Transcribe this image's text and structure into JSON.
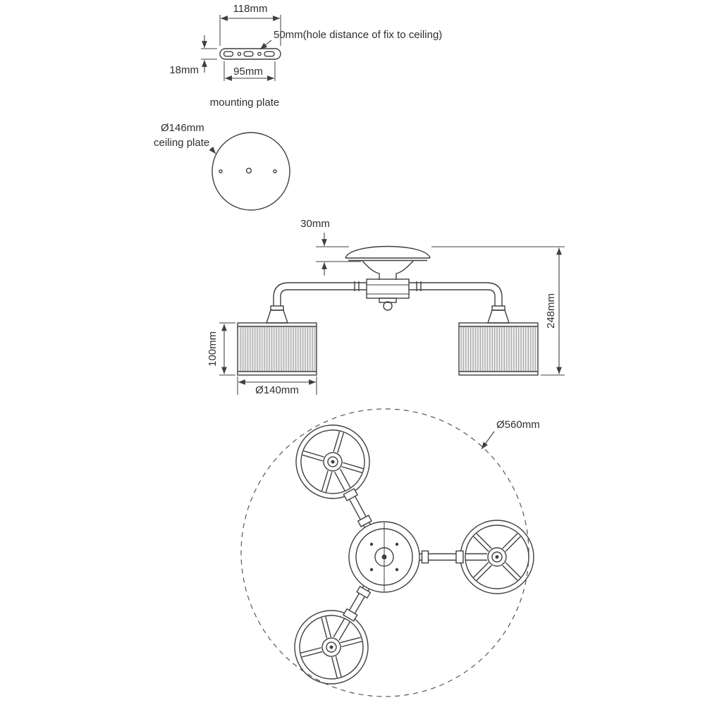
{
  "colors": {
    "ink": "#3f3f3f",
    "background": "#ffffff"
  },
  "views": {
    "mounting_plate": {
      "caption": "mounting plate",
      "width": "118mm",
      "hole_note": "50mm(hole distance of fix to ceiling)",
      "thickness": "18mm",
      "hole_span": "95mm"
    },
    "ceiling_plate": {
      "diameter": "Ø146mm",
      "caption": "ceiling plate"
    },
    "front_view": {
      "canopy_height": "30mm",
      "overall_height": "248mm",
      "shade_height": "100mm",
      "shade_diameter": "Ø140mm"
    },
    "top_view": {
      "overall_diameter": "Ø560mm"
    }
  }
}
